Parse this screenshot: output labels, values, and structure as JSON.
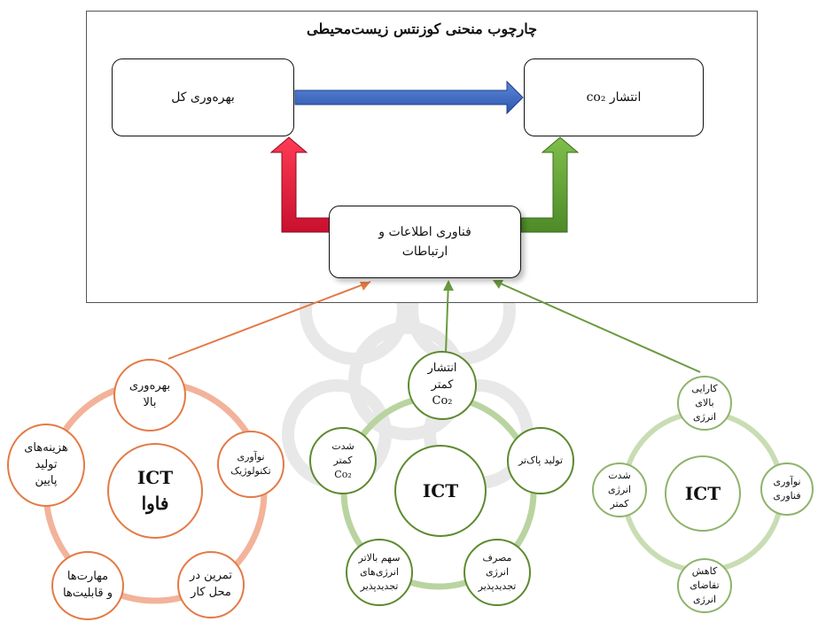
{
  "diagram": {
    "title": "چارچوب منحنی کوزنتس زیست‌محیطی",
    "top_boxes": {
      "productivity": "بهره‌وری کل",
      "co2": "انتشار co₂",
      "ict_line1": "فناوری اطلاعات و",
      "ict_line2": "ارتباطات"
    },
    "cluster_left": {
      "center_line1": "ICT",
      "center_line2": "فاوا",
      "high_productivity": [
        "بهره‌وری",
        "بالا"
      ],
      "tech_innovation": [
        "نوآوری",
        "تکنولوژیک"
      ],
      "workplace_training": [
        "تمرین در",
        "محل کار"
      ],
      "skills": [
        "مهارت‌ها",
        "و قابلیت‌ها"
      ],
      "low_costs": [
        "هزینه‌های",
        "تولید",
        "پایین"
      ]
    },
    "cluster_middle": {
      "center": "ICT",
      "less_emission": [
        "انتشار",
        "کمتر",
        "Co₂"
      ],
      "cleaner_production": [
        "تولید پاک‌تر"
      ],
      "energy_consumption": [
        "مصرف",
        "انرژی",
        "تجدیدپذیر"
      ],
      "renewable_share": [
        "سهم بالاتر",
        "انرژی‌های",
        "تجدیدپذیر"
      ],
      "lower_intensity": [
        "شدت",
        "کمتر",
        "Co₂"
      ]
    },
    "cluster_right": {
      "center": "ICT",
      "energy_efficiency": [
        "کارایی",
        "بالای",
        "انرژی"
      ],
      "tech_innovation": [
        "نوآوری",
        "فناوری"
      ],
      "reduce_demand": [
        "کاهش",
        "تقاضای",
        "انرژی"
      ],
      "energy_intensity": [
        "شدت",
        "انرژی",
        "کمتر"
      ]
    },
    "colors": {
      "blue_arrow": "#3a68c2",
      "red_arrow": "#e0213f",
      "green_arrow": "#6aa83a",
      "orange": "#e37a45",
      "ring_orange": "#f2b39a",
      "ring_green": "#b9d4a0",
      "ring_lgreen": "#c9ddb4"
    }
  }
}
